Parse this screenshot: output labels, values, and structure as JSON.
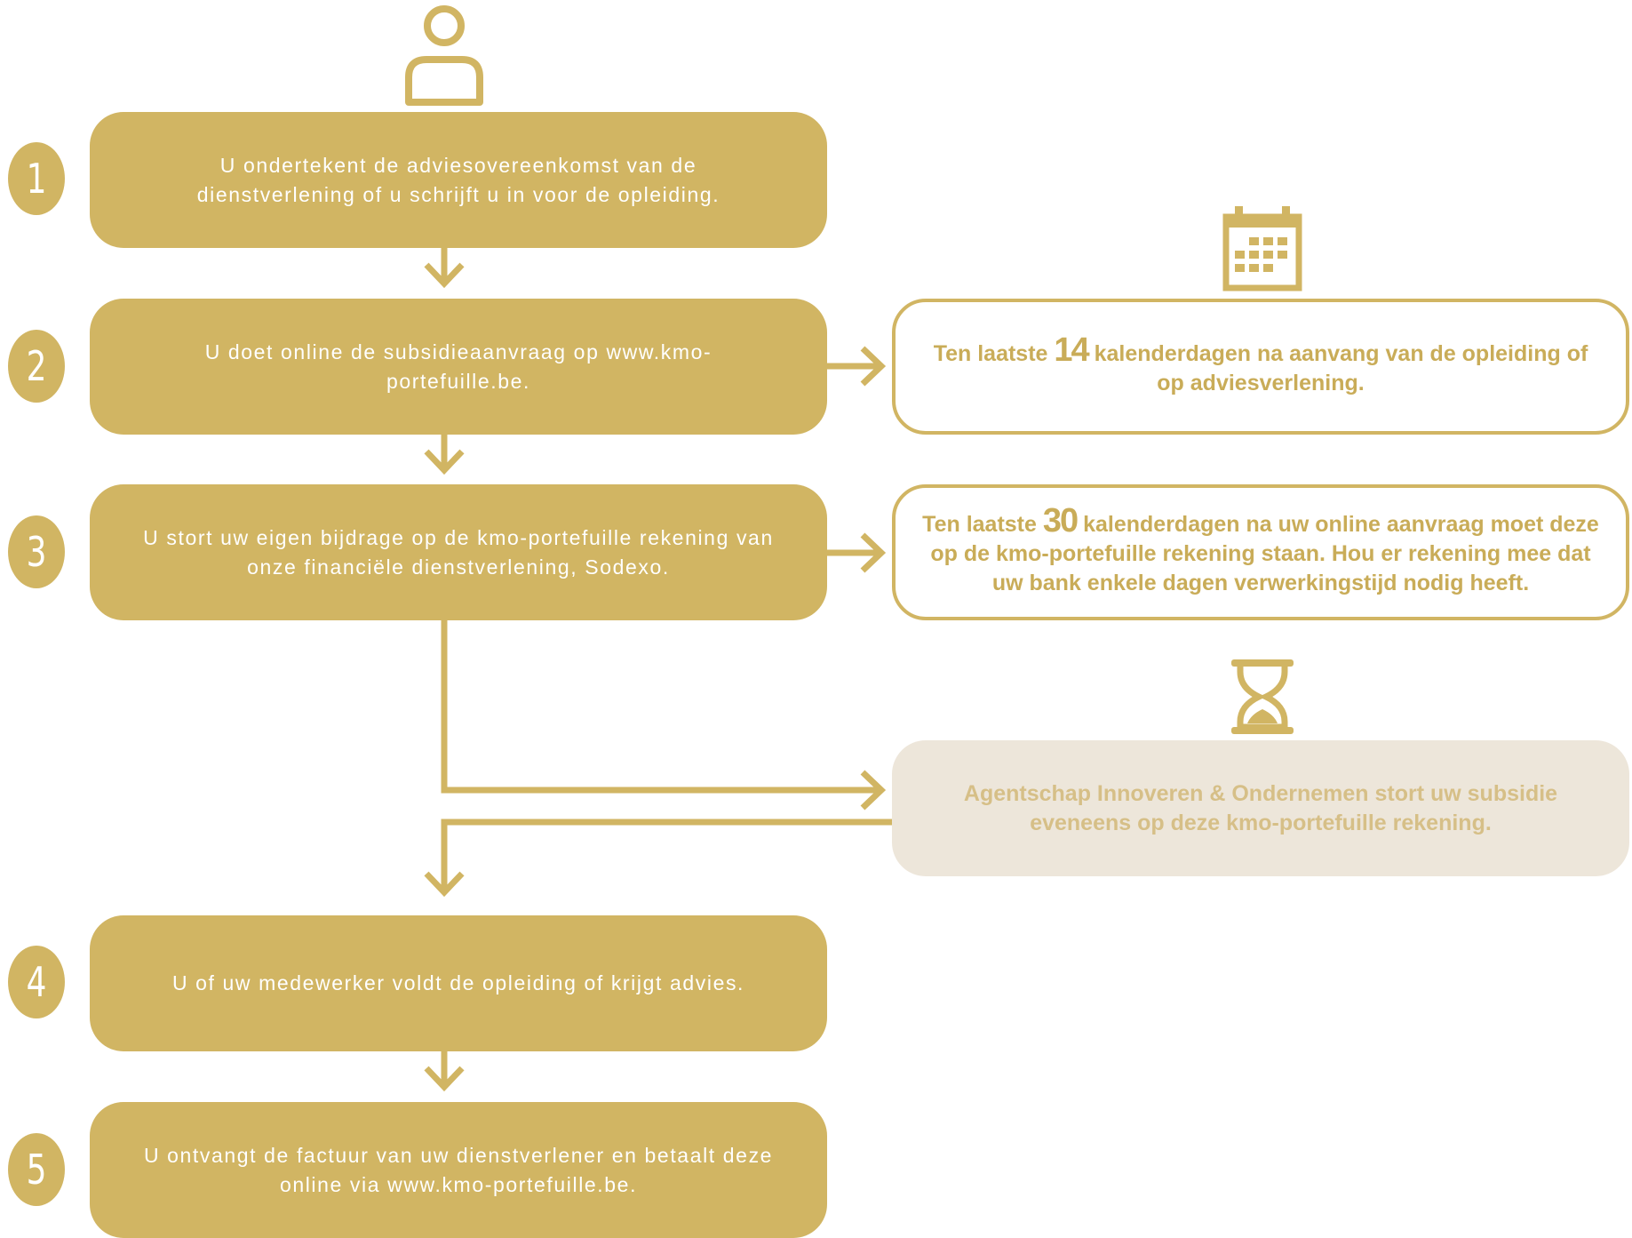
{
  "steps": [
    {
      "number": "1",
      "text": "U ondertekent de adviesovereenkomst van de dienstverlening of u schrijft u in voor de opleiding."
    },
    {
      "number": "2",
      "text": "U doet online de subsidieaanvraag op www.kmo-portefuille.be."
    },
    {
      "number": "3",
      "text": "U stort uw eigen bijdrage op de kmo-portefuille rekening van onze financiële dienstverlening, Sodexo."
    },
    {
      "number": "4",
      "text": "U of uw medewerker voldt de opleiding of krijgt advies."
    },
    {
      "number": "5",
      "text": "U ontvangt de factuur van uw dienstverlener en betaalt deze online via www.kmo-portefuille.be."
    }
  ],
  "notes": {
    "deadline14": {
      "prefix": "Ten laatste",
      "number": "14",
      "suffix": "kalenderdagen na aanvang van de opleiding of op adviesverlening."
    },
    "deadline30": {
      "prefix": "Ten laatste",
      "number": "30",
      "suffix": "kalenderdagen na uw online aanvraag moet deze op de kmo-portefuille rekening staan. Hou er rekening mee dat uw bank enkele dagen verwerkingstijd nodig heeft."
    },
    "agency": {
      "text": "Agentschap Innoveren & Ondernemen stort uw subsidie eveneens op deze kmo-portefuille rekening."
    }
  },
  "icons": [
    "user-icon",
    "calendar-icon",
    "hourglass-icon"
  ],
  "colors": {
    "gold": "#d1b563",
    "gold_text": "#c9ac58",
    "agency_fill": "#ede6da",
    "agency_text": "#d6bf87",
    "step_text": "#ffffff"
  }
}
